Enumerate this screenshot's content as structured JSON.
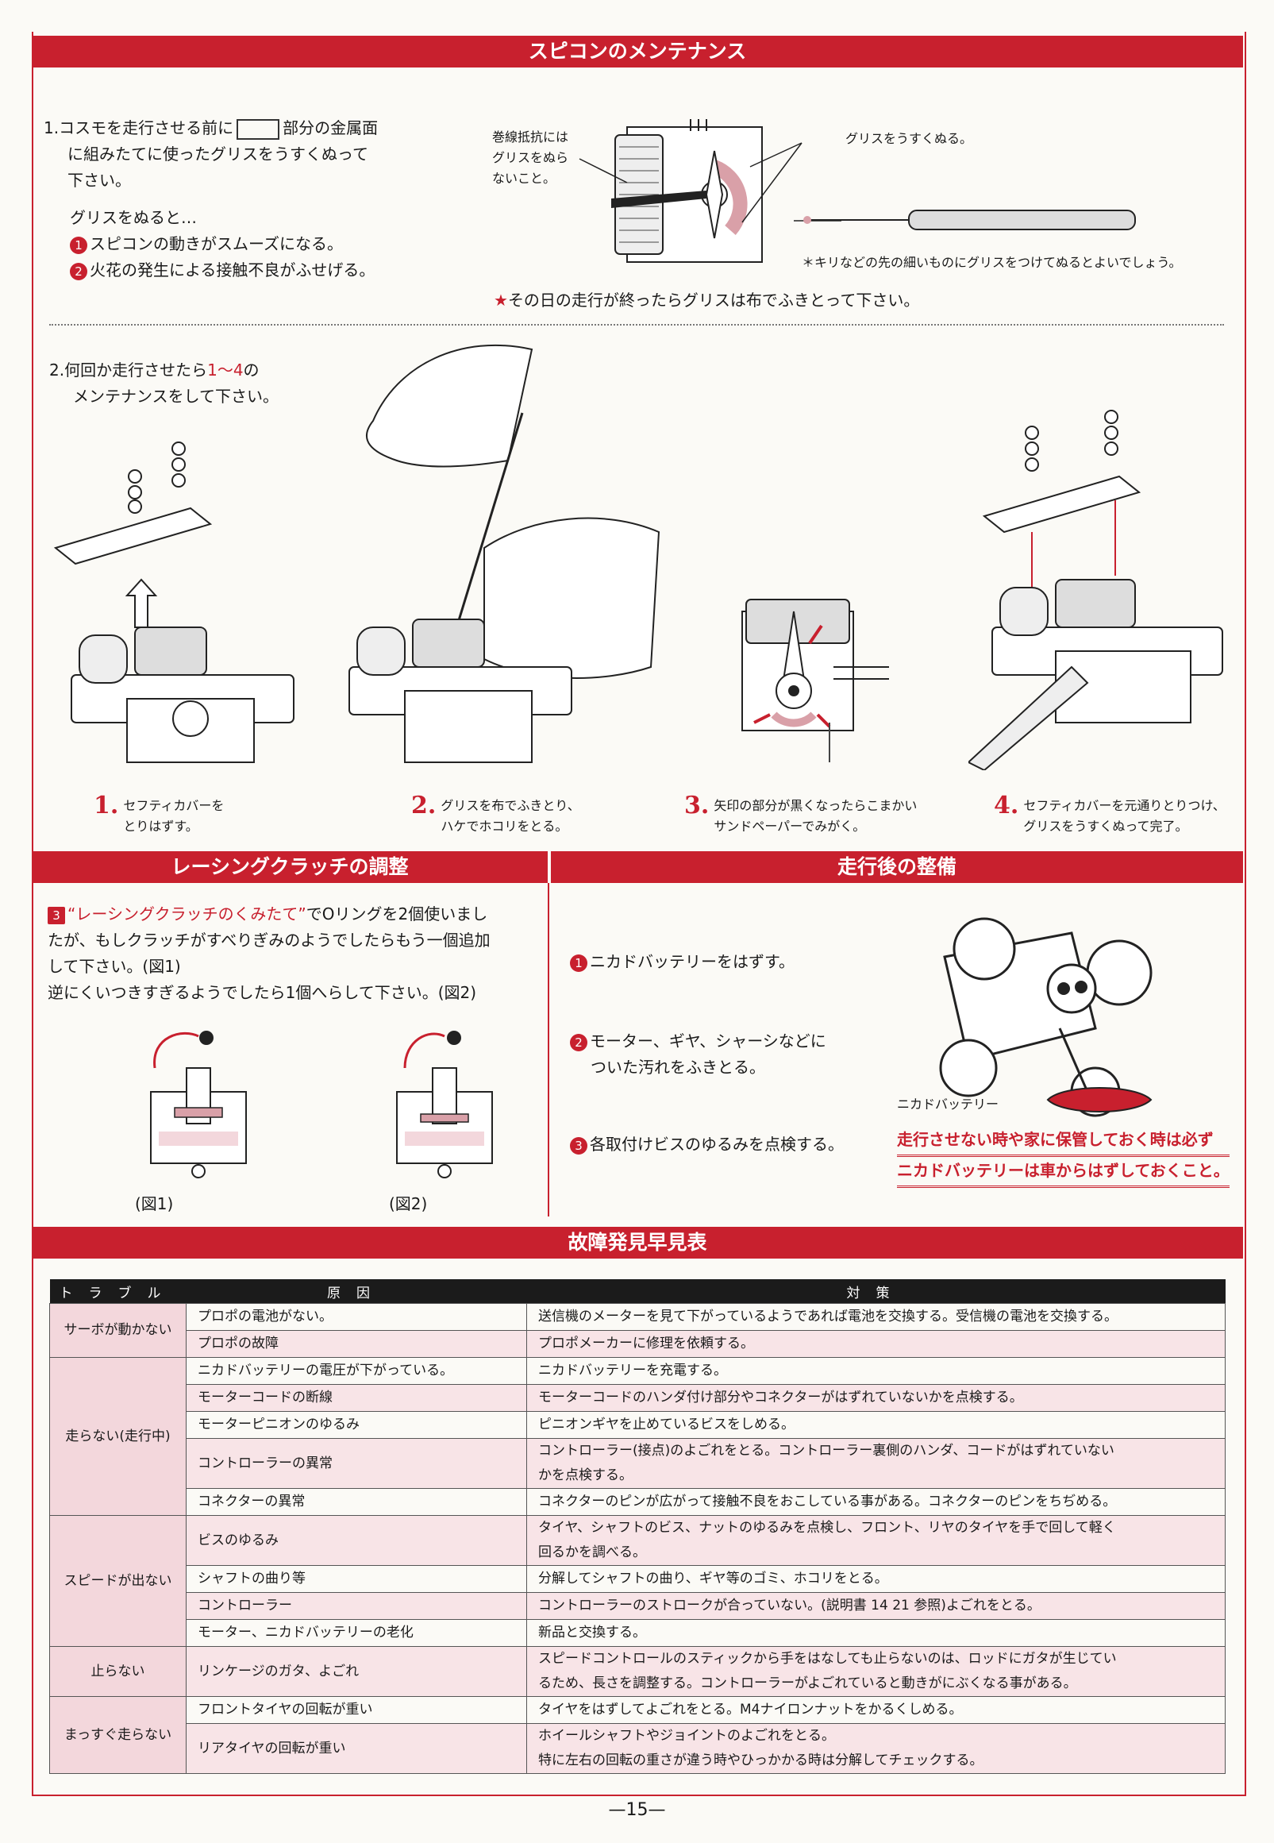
{
  "section1": {
    "title": "スピコンのメンテナンス",
    "item1_lead": "1.コスモを走行させる前に",
    "item1_rest": "部分の金属面",
    "item1_line2": "に組みたてに使ったグリスをうすくぬって",
    "item1_line3": "下さい。",
    "effect_title": "グリスをぬると…",
    "effects": [
      {
        "num": "1",
        "text": "スピコンの動きがスムーズになる。"
      },
      {
        "num": "2",
        "text": "火花の発生による接触不良がふせげる。"
      }
    ],
    "callout_left": [
      "巻線抵抗には",
      "グリスをぬら",
      "ないこと。"
    ],
    "callout_right": "グリスをうすくぬる。",
    "tip_note": "＊キリなどの先の細いものにグリスをつけてぬるとよいでしょう。",
    "star_note": "その日の走行が終ったらグリスは布でふきとって下さい。",
    "star": "★",
    "item2_line1": "2.何回か走行させたら",
    "item2_range": "1〜4",
    "item2_line1b": "の",
    "item2_line2": "メンテナンスをして下さい。",
    "steps": [
      {
        "num": "1.",
        "lines": [
          "セフティカバーを",
          "とりはずす。"
        ]
      },
      {
        "num": "2.",
        "lines": [
          "グリスを布でふきとり、",
          "ハケでホコリをとる。"
        ]
      },
      {
        "num": "3.",
        "lines": [
          "矢印の部分が黒くなったらこまかい",
          "サンドペーパーでみがく。"
        ]
      },
      {
        "num": "4.",
        "lines": [
          "セフティカバーを元通りとりつけ、",
          "グリスをうすくぬって完了。"
        ]
      }
    ]
  },
  "section2": {
    "title": "レーシングクラッチの調整",
    "badge": "3",
    "ref": "レーシングクラッチのくみたて",
    "line1": "でOリングを2個使いまし",
    "line2": "たが、もしクラッチがすべりぎみのようでしたらもう一個追加",
    "line3": "して下さい。(図1)",
    "line4": "逆にくいつきすぎるようでしたら1個へらして下さい。(図2)",
    "fig1": "(図1)",
    "fig2": "(図2)"
  },
  "section3": {
    "title": "走行後の整備",
    "items": [
      {
        "num": "1",
        "lines": [
          "ニカドバッテリーをはずす。"
        ]
      },
      {
        "num": "2",
        "lines": [
          "モーター、ギヤ、シャーシなどに",
          "ついた汚れをふきとる。"
        ]
      },
      {
        "num": "3",
        "lines": [
          "各取付けビスのゆるみを点検する。"
        ]
      }
    ],
    "battery_label": "ニカドバッテリー",
    "warning": [
      "走行させない時や家に保管しておく時は必ず",
      "ニカドバッテリーは車からはずしておくこと。"
    ]
  },
  "section4": {
    "title": "故障発見早見表",
    "headers": [
      "トラブル",
      "原因",
      "対策"
    ],
    "groups": [
      {
        "trouble": "サーボが動かない",
        "rows": [
          {
            "cause": "プロポの電池がない。",
            "fix": [
              "送信機のメーターを見て下がっているようであれば電池を交換する。受信機の電池を交換する。"
            ]
          },
          {
            "cause": "プロポの故障",
            "fix": [
              "プロポメーカーに修理を依頼する。"
            ]
          }
        ]
      },
      {
        "trouble": "走らない(走行中)",
        "rows": [
          {
            "cause": "ニカドバッテリーの電圧が下がっている。",
            "fix": [
              "ニカドバッテリーを充電する。"
            ]
          },
          {
            "cause": "モーターコードの断線",
            "fix": [
              "モーターコードのハンダ付け部分やコネクターがはずれていないかを点検する。"
            ]
          },
          {
            "cause": "モーターピニオンのゆるみ",
            "fix": [
              "ピニオンギヤを止めているビスをしめる。"
            ]
          },
          {
            "cause": "コントローラーの異常",
            "fix": [
              "コントローラー(接点)のよごれをとる。コントローラー裏側のハンダ、コードがはずれていない",
              "かを点検する。"
            ]
          },
          {
            "cause": "コネクターの異常",
            "fix": [
              "コネクターのピンが広がって接触不良をおこしている事がある。コネクターのピンをちぢめる。"
            ]
          }
        ]
      },
      {
        "trouble": "スピードが出ない",
        "rows": [
          {
            "cause": "ビスのゆるみ",
            "fix": [
              "タイヤ、シャフトのビス、ナットのゆるみを点検し、フロント、リヤのタイヤを手で回して軽く",
              "回るかを調べる。"
            ]
          },
          {
            "cause": "シャフトの曲り等",
            "fix": [
              "分解してシャフトの曲り、ギヤ等のゴミ、ホコリをとる。"
            ]
          },
          {
            "cause": "コントローラー",
            "fix": [
              "コントローラーのストロークが合っていない。(説明書 14 21 参照)よごれをとる。"
            ]
          },
          {
            "cause": "モーター、ニカドバッテリーの老化",
            "fix": [
              "新品と交換する。"
            ]
          }
        ]
      },
      {
        "trouble": "止らない",
        "rows": [
          {
            "cause": "リンケージのガタ、よごれ",
            "fix": [
              "スピードコントロールのスティックから手をはなしても止らないのは、ロッドにガタが生じてい",
              "るため、長さを調整する。コントローラーがよごれていると動きがにぶくなる事がある。"
            ]
          }
        ]
      },
      {
        "trouble": "まっすぐ走らない",
        "rows": [
          {
            "cause": "フロントタイヤの回転が重い",
            "fix": [
              "タイヤをはずしてよごれをとる。M4ナイロンナットをかるくしめる。"
            ]
          },
          {
            "cause": "リアタイヤの回転が重い",
            "fix": [
              "ホイールシャフトやジョイントのよごれをとる。",
              "特に左右の回転の重さが違う時やひっかかる時は分解してチェックする。"
            ]
          }
        ]
      }
    ]
  },
  "page_number": "—15—"
}
